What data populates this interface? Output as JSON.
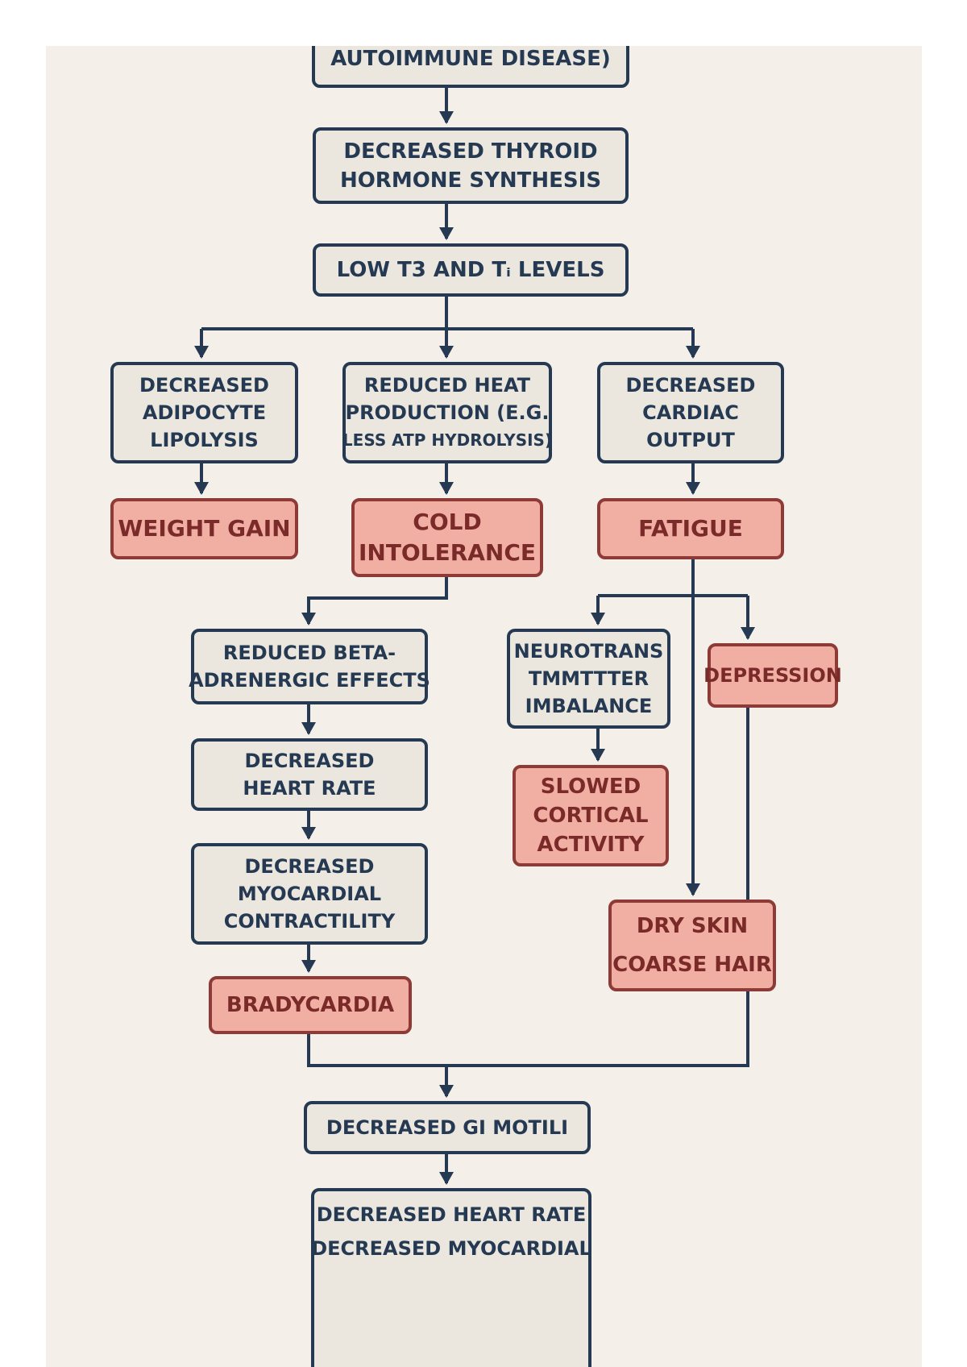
{
  "diagram": {
    "nodes": {
      "autoimmune": {
        "lines": [
          "AUTOIMMUNE DISEASE)"
        ]
      },
      "decreased_synthesis": {
        "lines": [
          "DECREASED THYROID",
          "HORMONE SYNTHESIS"
        ]
      },
      "low_t3_t4": {
        "lines": [
          "LOW T3 AND Tᵢ LEVELS"
        ]
      },
      "decreased_lipolysis": {
        "lines": [
          "DECREASED",
          "ADIPOCYTE",
          "LIPOLYSIS"
        ]
      },
      "reduced_heat": {
        "lines": [
          "REDUCED HEAT",
          "PRODUCTION (E.G.",
          "LESS ATP HYDROLYSIS)"
        ]
      },
      "decreased_cardiac_output": {
        "lines": [
          "DECREASED",
          "CARDIAC",
          "OUTPUT"
        ]
      },
      "weight_gain": {
        "lines": [
          "WEIGHT GAIN"
        ]
      },
      "cold_intolerance": {
        "lines": [
          "COLD",
          "INTOLERANCE"
        ]
      },
      "fatigue": {
        "lines": [
          "FATIGUE"
        ]
      },
      "reduced_beta": {
        "lines": [
          "REDUCED BETA-",
          "ADRENERGIC EFFECTS"
        ]
      },
      "neurotransmitter": {
        "lines": [
          "NEUROTRANS",
          "TMMTTTER",
          "IMBALANCE"
        ]
      },
      "depression": {
        "lines": [
          "DEPRESSION"
        ]
      },
      "decreased_heart_rate": {
        "lines": [
          "DECREASED",
          "HEART RATE"
        ]
      },
      "slowed_cortical": {
        "lines": [
          "SLOWED",
          "CORTICAL",
          "ACTIVITY"
        ]
      },
      "decreased_contractility": {
        "lines": [
          "DECREASED",
          "MYOCARDIAL",
          "CONTRACTILITY"
        ]
      },
      "dry_skin": {
        "lines": [
          "DRY SKIN",
          "COARSE HAIR"
        ]
      },
      "bradycardia": {
        "lines": [
          "BRADYCARDIA"
        ]
      },
      "decreased_gi": {
        "lines": [
          "DECREASED GI MOTILI"
        ]
      },
      "bottom": {
        "lines": [
          "DECREASED HEART RATE",
          "DECREASED MYOCARDIAL"
        ]
      }
    },
    "colors": {
      "background": "#f4f0e9",
      "process_fill": "#ebe7df",
      "process_border": "#253a52",
      "symptom_fill": "#f1aea3",
      "symptom_border": "#8e3a36",
      "connector": "#253a52"
    }
  }
}
